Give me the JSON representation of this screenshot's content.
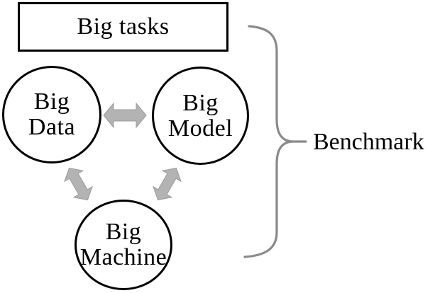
{
  "diagram": {
    "tasks_box_label": "Big tasks",
    "nodes": [
      {
        "id": "big-data",
        "line1": "Big",
        "line2": "Data"
      },
      {
        "id": "big-model",
        "line1": "Big",
        "line2": "Model"
      },
      {
        "id": "big-machine",
        "line1": "Big",
        "line2": "Machine"
      }
    ],
    "brace_label": "Benchmark",
    "connectors": [
      {
        "from": "big-data",
        "to": "big-model",
        "type": "double-headed-arrow"
      },
      {
        "from": "big-data",
        "to": "big-machine",
        "type": "double-headed-arrow"
      },
      {
        "from": "big-model",
        "to": "big-machine",
        "type": "double-headed-arrow"
      }
    ],
    "colors": {
      "arrow_fill": "#b3b3b3",
      "arrow_edge": "#9b9b9b",
      "brace": "#8a8a8a",
      "shape_stroke": "#000000",
      "background": "#ffffff",
      "text": "#000000"
    }
  }
}
